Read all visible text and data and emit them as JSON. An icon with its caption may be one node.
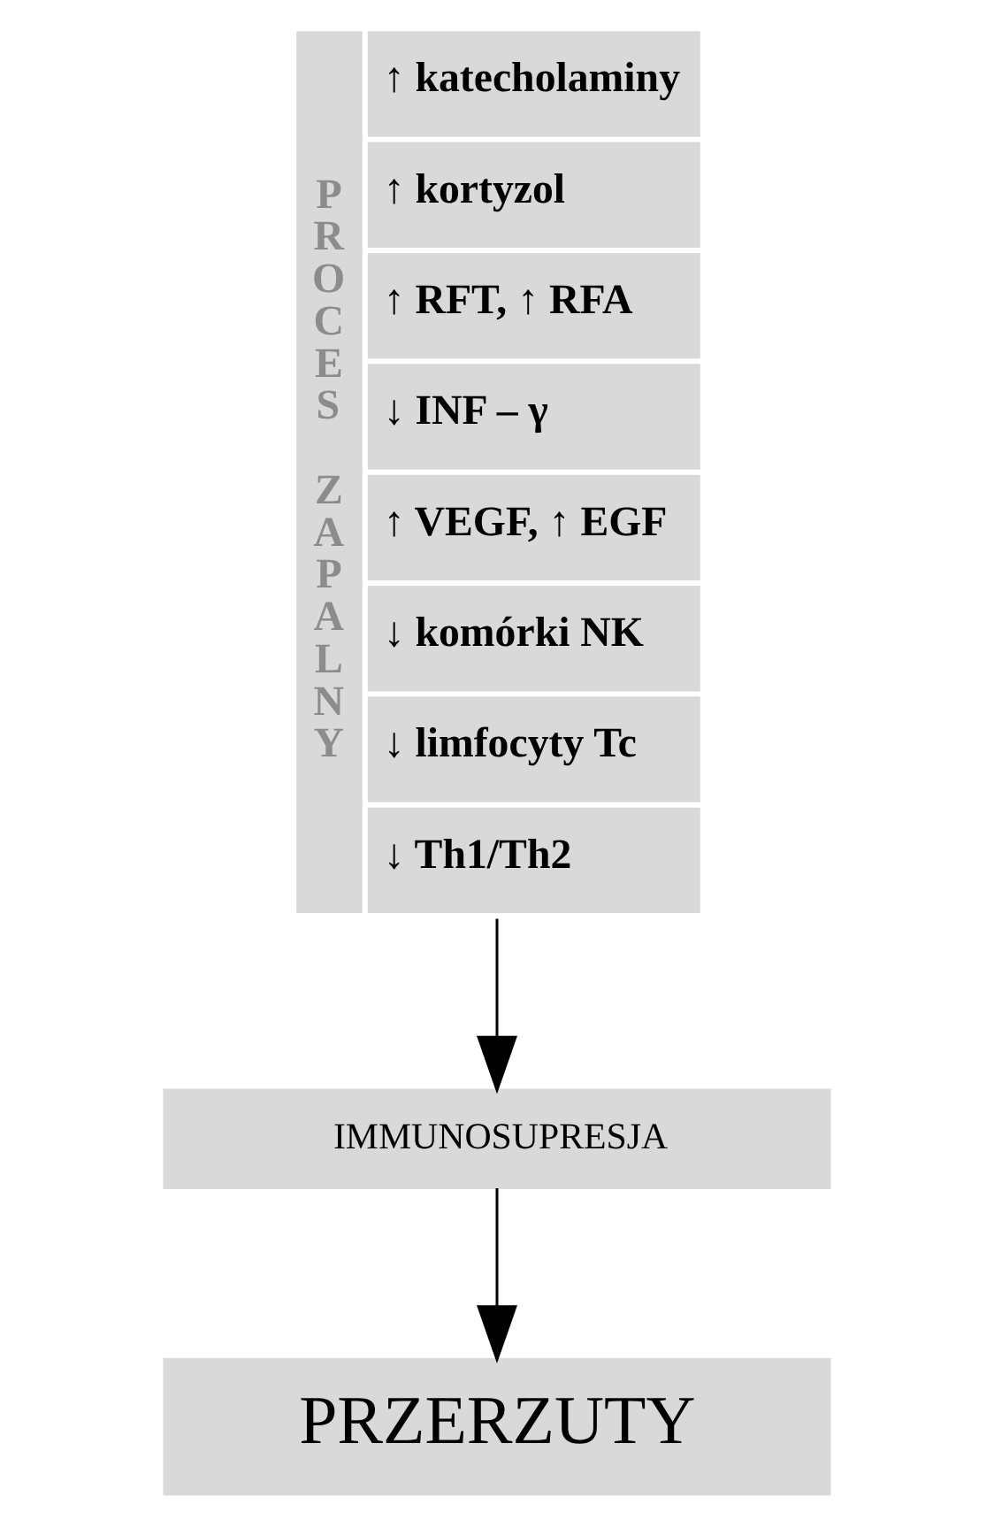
{
  "diagram": {
    "nodes": [
      {
        "text": [
          "PROCES ZAPALNY",
          "↑ katecholaminy",
          "↑ kortyzol",
          "↑ RFT, ↑ RFA",
          "↓ INF – γ",
          "↑ VEGF, ↑ EGF",
          "↓ komórki NK",
          "↓ limfocyty Tc",
          "↓ Th1/Th2"
        ]
      },
      {
        "text": [
          "IMMUNOSUPRESJA"
        ]
      },
      {
        "text": [
          "PRZERZUTY"
        ]
      }
    ],
    "edges": [
      {
        "from": 0,
        "to": 1,
        "arrow": "to"
      },
      {
        "from": 1,
        "to": 2,
        "arrow": "to"
      }
    ]
  }
}
